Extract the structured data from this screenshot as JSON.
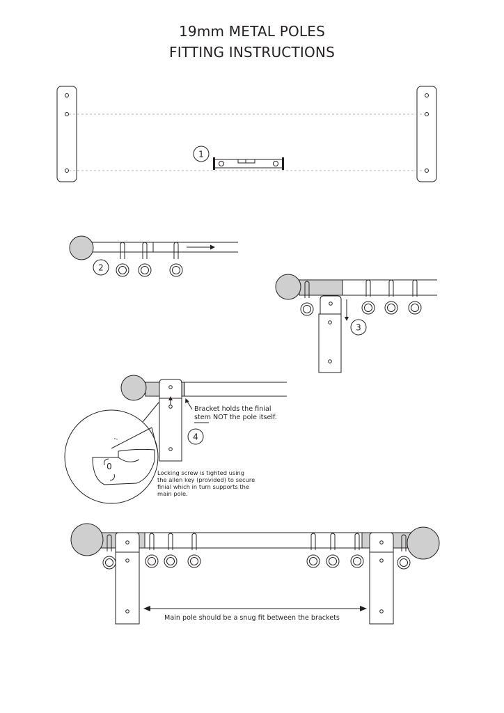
{
  "header": {
    "title_line1": "19mm METAL POLES",
    "title_line2": "FITTING INSTRUCTIONS"
  },
  "steps": {
    "step1": "1",
    "step2": "2",
    "step3": "3",
    "step4": "4",
    "screw_mark": "0"
  },
  "notes": {
    "bracket_line1": "Bracket holds the finial",
    "bracket_line2": "stem NOT the pole itself.",
    "locking_line1": "Locking screw is tighted using",
    "locking_line2": "the allen key (provided) to secure",
    "locking_line3": "finial which in turn supports the",
    "locking_line4": "main pole.",
    "main_pole": "Main pole should be a snug fit between the brackets"
  },
  "colors": {
    "line": "#231f20",
    "finial_grey": "#cfcfcf",
    "guide_dash": "#9a9a9a"
  }
}
